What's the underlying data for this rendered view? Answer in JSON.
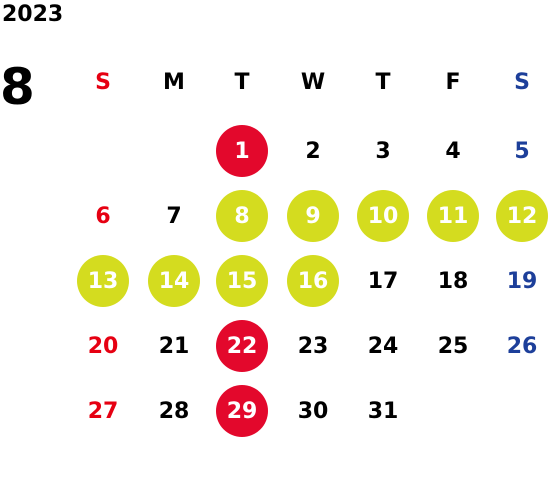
{
  "year": "2023",
  "month": "8",
  "colors": {
    "sunday": "#e60012",
    "saturday": "#1d3f9a",
    "holiday_circle": "#e3082c",
    "highlight_circle": "#d4dc1f"
  },
  "weekdays": [
    "S",
    "M",
    "T",
    "W",
    "T",
    "F",
    "S"
  ],
  "weeks": [
    [
      null,
      null,
      {
        "d": "1",
        "mark": "red"
      },
      {
        "d": "2"
      },
      {
        "d": "3"
      },
      {
        "d": "4"
      },
      {
        "d": "5"
      }
    ],
    [
      {
        "d": "6"
      },
      {
        "d": "7"
      },
      {
        "d": "8",
        "mark": "yellow"
      },
      {
        "d": "9",
        "mark": "yellow"
      },
      {
        "d": "10",
        "mark": "yellow"
      },
      {
        "d": "11",
        "mark": "yellow"
      },
      {
        "d": "12",
        "mark": "yellow"
      }
    ],
    [
      {
        "d": "13",
        "mark": "yellow"
      },
      {
        "d": "14",
        "mark": "yellow"
      },
      {
        "d": "15",
        "mark": "yellow"
      },
      {
        "d": "16",
        "mark": "yellow"
      },
      {
        "d": "17"
      },
      {
        "d": "18"
      },
      {
        "d": "19"
      }
    ],
    [
      {
        "d": "20"
      },
      {
        "d": "21"
      },
      {
        "d": "22",
        "mark": "red"
      },
      {
        "d": "23"
      },
      {
        "d": "24"
      },
      {
        "d": "25"
      },
      {
        "d": "26"
      }
    ],
    [
      {
        "d": "27"
      },
      {
        "d": "28"
      },
      {
        "d": "29",
        "mark": "red"
      },
      {
        "d": "30"
      },
      {
        "d": "31"
      },
      null,
      null
    ]
  ]
}
